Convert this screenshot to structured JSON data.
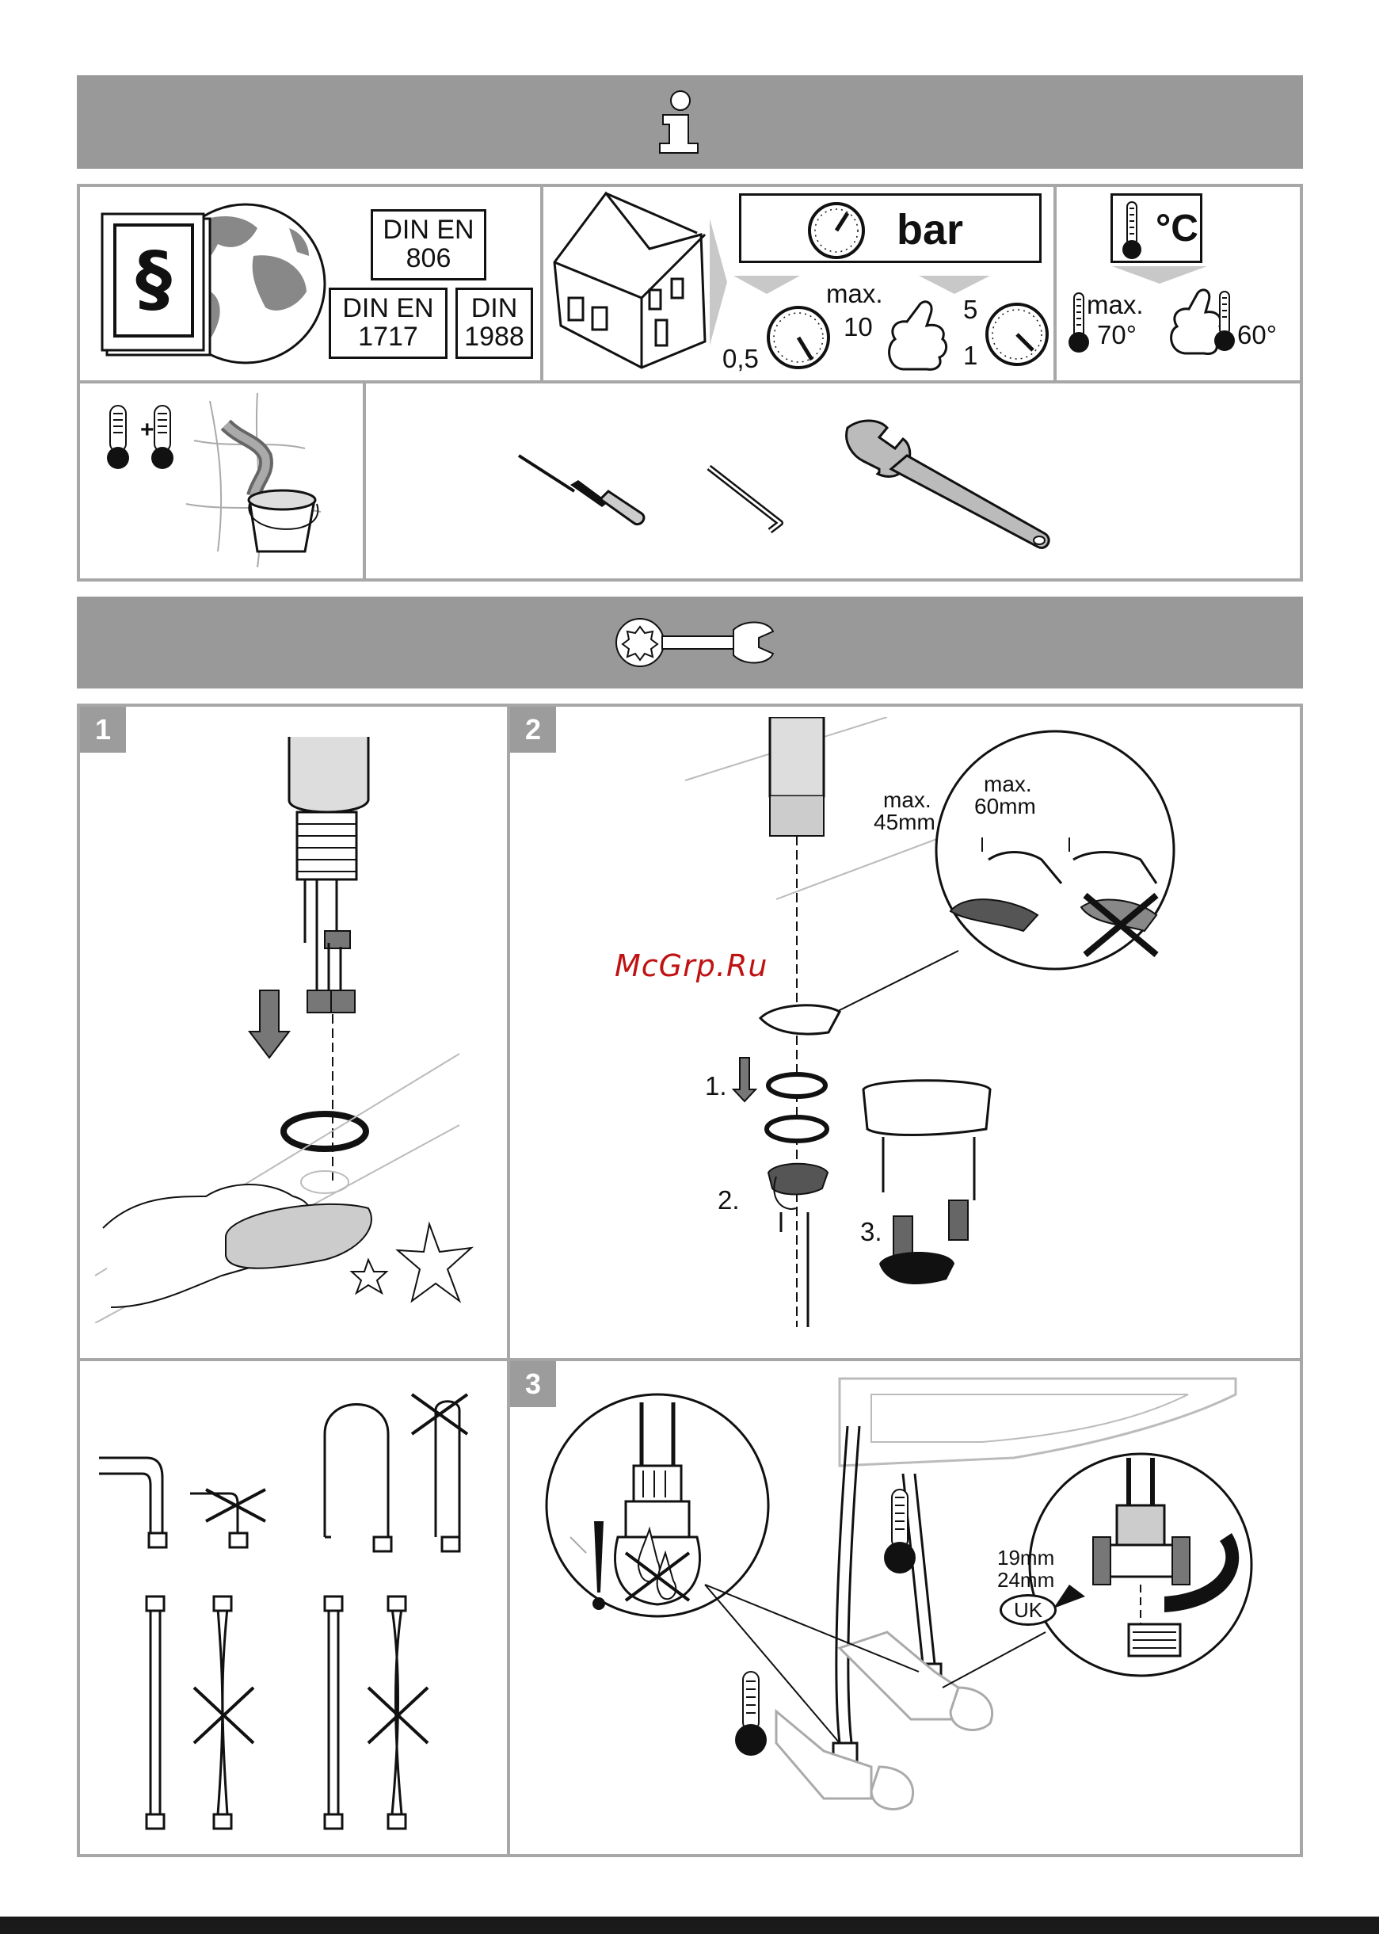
{
  "sections": {
    "info": {
      "icon": "info-icon"
    },
    "tools": {
      "icon": "wrench-icon"
    }
  },
  "standards": {
    "din_en_806": {
      "line1": "DIN EN",
      "line2": "806"
    },
    "din_en_1717": {
      "line1": "DIN EN",
      "line2": "1717"
    },
    "din_1988": {
      "line1": "DIN",
      "line2": "1988"
    }
  },
  "pressure": {
    "unit": "bar",
    "max_label": "max.",
    "max_value": "10",
    "min_value": "0,5",
    "recommended_high": "5",
    "recommended_low": "1"
  },
  "temperature": {
    "unit": "°C",
    "max_label": "max.",
    "max_value": "70°",
    "recommended_value": "60°"
  },
  "steps": {
    "step1": {
      "number": "1"
    },
    "step2": {
      "number": "2",
      "max45_line1": "max.",
      "max45_line2": "45mm",
      "max60_line1": "max.",
      "max60_line2": "60mm",
      "sub1": "1.",
      "sub2": "2.",
      "sub3": "3."
    },
    "step3": {
      "number": "3",
      "wrench_size1": "19mm",
      "wrench_size2": "24mm",
      "region_badge": "UK"
    }
  },
  "watermark": "McGrp.Ru",
  "colors": {
    "band": "#999999",
    "frame": "#a7a7a7",
    "watermark": "#c01212"
  }
}
